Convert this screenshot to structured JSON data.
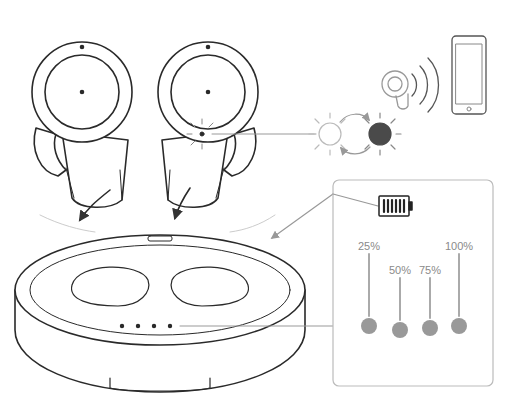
{
  "diagram": {
    "nodes": [
      {
        "text": [
          "25%",
          "50%",
          "75%",
          "100%"
        ]
      }
    ]
  }
}
